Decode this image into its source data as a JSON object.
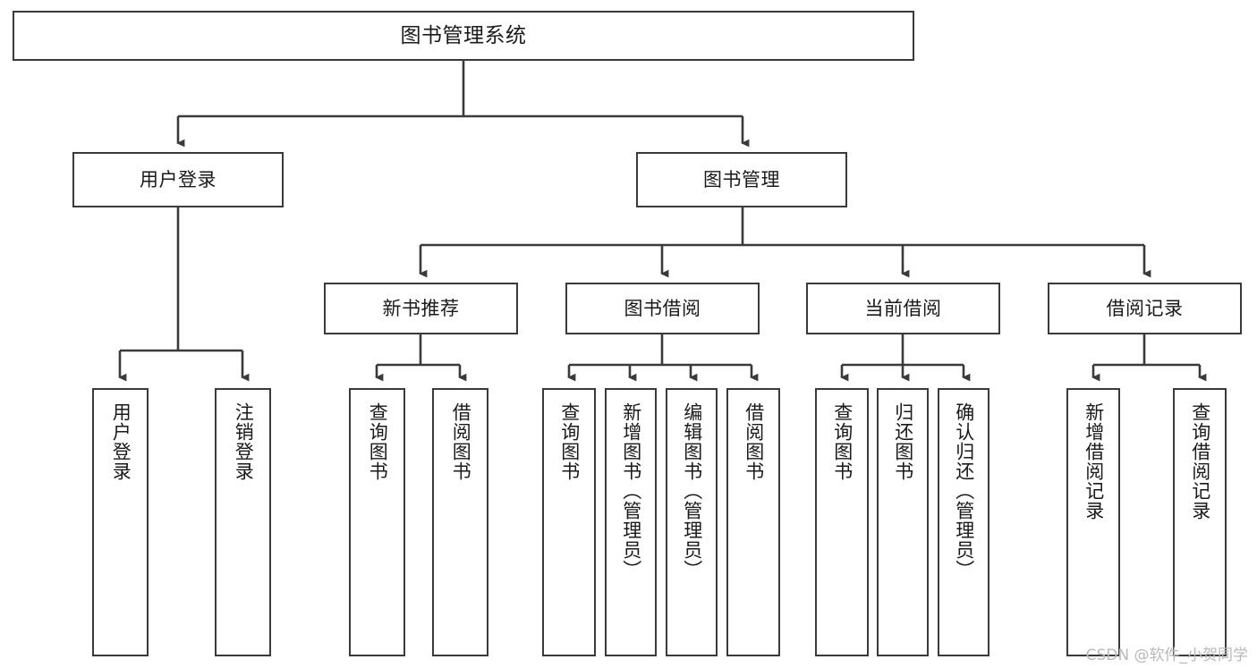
{
  "diagram": {
    "title": "图书管理系统",
    "type": "tree",
    "watermark": "CSDN @软件_小贺同学",
    "colors": {
      "box_border": "#3a3a3a",
      "box_fill": "#ffffff",
      "connector": "#3a3a3a",
      "text": "#1a1a1a",
      "watermark": "#b9b9b9",
      "background": "#ffffff"
    },
    "nodes": {
      "root": {
        "label": "图书管理系统"
      },
      "level2": [
        {
          "id": "user-login",
          "label": "用户登录"
        },
        {
          "id": "book-manage",
          "label": "图书管理"
        }
      ],
      "level3": [
        {
          "id": "new-book-recommend",
          "label": "新书推荐"
        },
        {
          "id": "book-borrow",
          "label": "图书借阅"
        },
        {
          "id": "current-borrow",
          "label": "当前借阅"
        },
        {
          "id": "borrow-record",
          "label": "借阅记录"
        }
      ],
      "leaves": [
        {
          "id": "leaf-user-login",
          "label": "用户登录",
          "parent": "user-login"
        },
        {
          "id": "leaf-logout",
          "label": "注销登录",
          "parent": "user-login"
        },
        {
          "id": "leaf-query-book-1",
          "label": "查询图书",
          "parent": "new-book-recommend"
        },
        {
          "id": "leaf-borrow-book-1",
          "label": "借阅图书",
          "parent": "new-book-recommend"
        },
        {
          "id": "leaf-query-book-2",
          "label": "查询图书",
          "parent": "book-borrow"
        },
        {
          "id": "leaf-add-book",
          "label": "新增图书（管理员）",
          "parent": "book-borrow"
        },
        {
          "id": "leaf-edit-book",
          "label": "编辑图书（管理员）",
          "parent": "book-borrow"
        },
        {
          "id": "leaf-borrow-book-2",
          "label": "借阅图书",
          "parent": "book-borrow"
        },
        {
          "id": "leaf-query-book-3",
          "label": "查询图书",
          "parent": "current-borrow"
        },
        {
          "id": "leaf-return-book",
          "label": "归还图书",
          "parent": "current-borrow"
        },
        {
          "id": "leaf-confirm-return",
          "label": "确认归还（管理员）",
          "parent": "current-borrow"
        },
        {
          "id": "leaf-add-record",
          "label": "新增借阅记录",
          "parent": "borrow-record"
        },
        {
          "id": "leaf-query-record",
          "label": "查询借阅记录",
          "parent": "borrow-record"
        }
      ]
    }
  }
}
